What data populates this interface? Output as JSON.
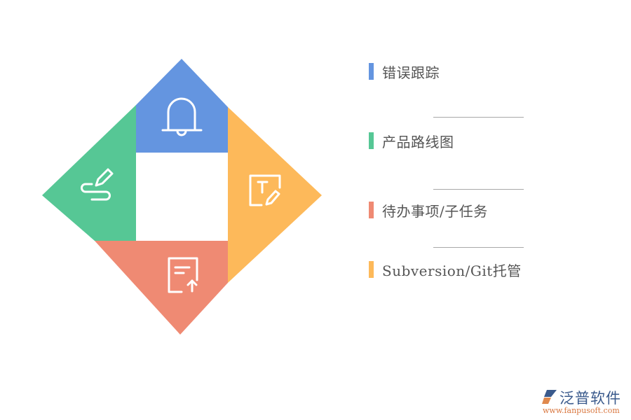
{
  "diagram": {
    "segments": [
      {
        "id": "top",
        "color": "#6495e0",
        "icon": "bell-icon"
      },
      {
        "id": "left",
        "color": "#56c795",
        "icon": "pen-path-icon"
      },
      {
        "id": "right",
        "color": "#fdb95a",
        "icon": "text-edit-icon"
      },
      {
        "id": "bottom",
        "color": "#ef8a73",
        "icon": "document-upload-icon"
      }
    ]
  },
  "legend": {
    "items": [
      {
        "label": "错误跟踪",
        "color": "#6495e0"
      },
      {
        "label": "产品路线图",
        "color": "#56c795"
      },
      {
        "label": "待办事项/子任务",
        "color": "#ef8a73"
      },
      {
        "label": "Subversion/Git托管",
        "color": "#fdb95a"
      }
    ]
  },
  "logo": {
    "name": "泛普软件",
    "url": "www.fanpusoft.com"
  }
}
